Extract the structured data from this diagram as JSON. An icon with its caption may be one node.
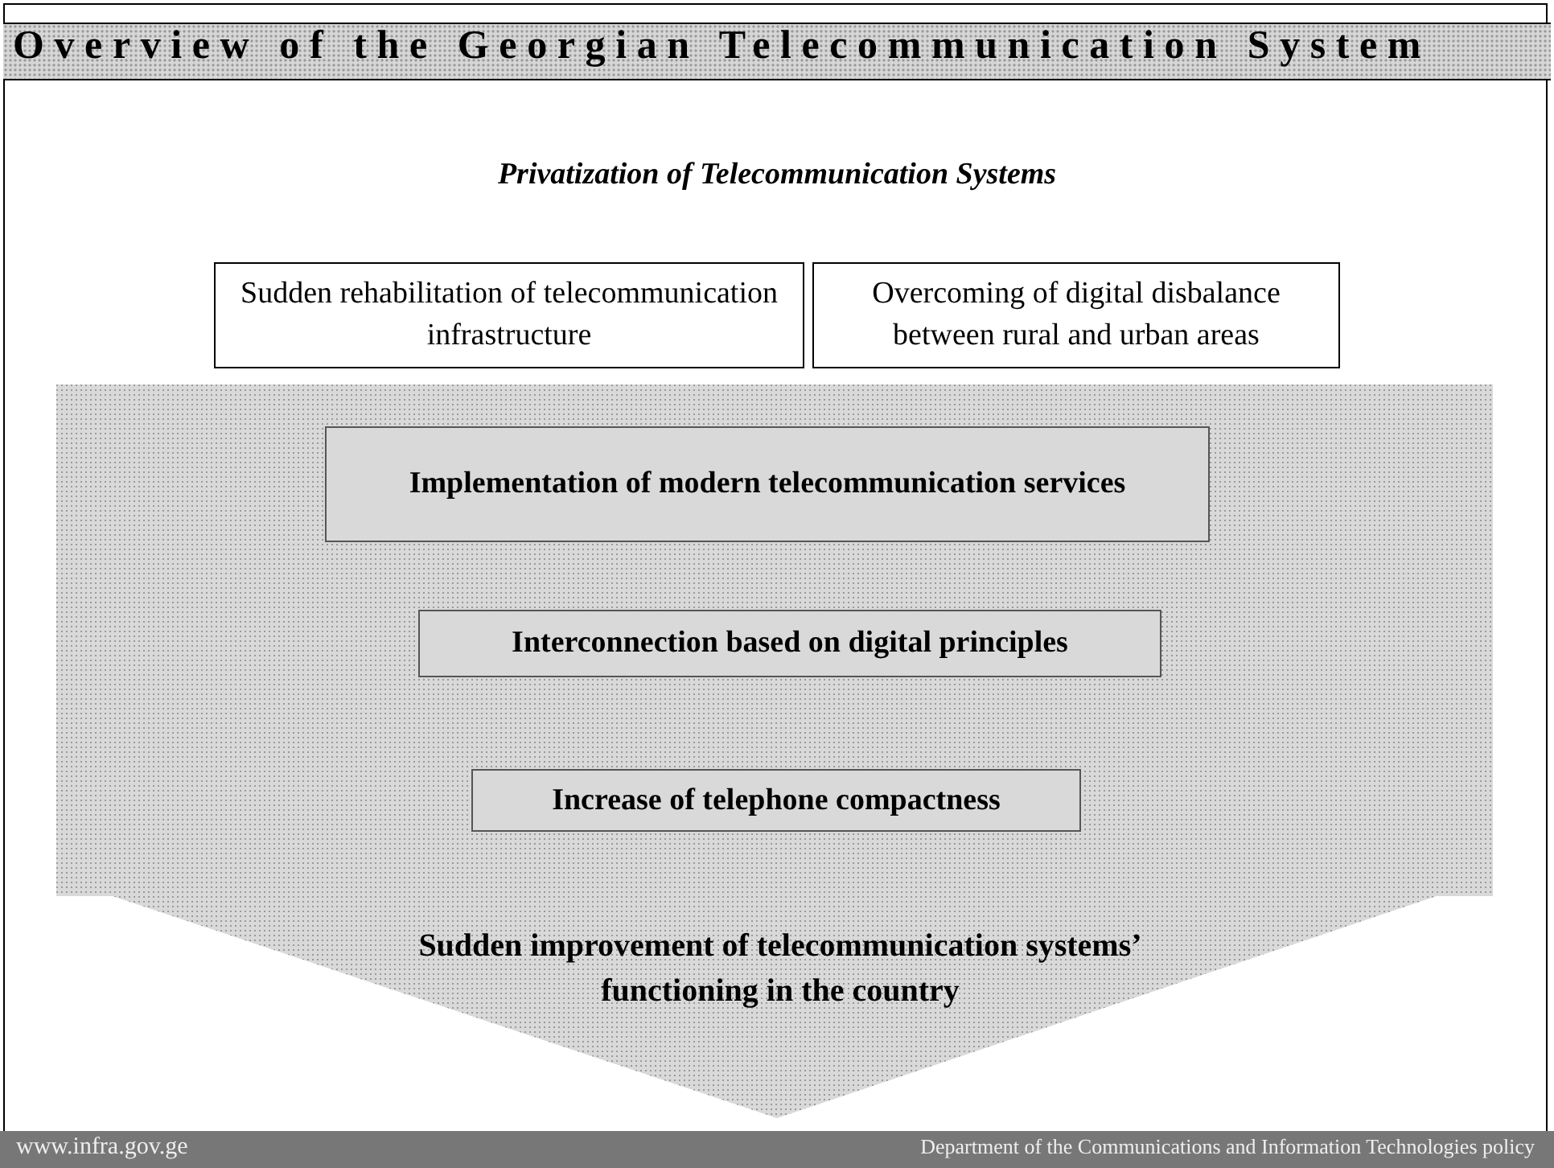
{
  "diagram": {
    "title": "Overview of the Georgian Telecommunication System",
    "nodes": [
      {
        "text": [
          "Sudden rehabilitation of telecommunication infrastructure"
        ]
      },
      {
        "text": [
          "Overcoming of digital disbalance between rural and urban areas"
        ]
      },
      {
        "text": [
          "Sudden improvement of telecommunication systems’ functioning in the country"
        ]
      },
      {
        "text": [
          "Implementation of modern telecommunication services"
        ],
        "in": 2
      },
      {
        "text": [
          "Interconnection based on digital principles"
        ],
        "in": 2
      },
      {
        "text": [
          "Increase of telephone compactness"
        ],
        "in": 2
      }
    ],
    "edges": [],
    "labels": [
      "Privatization of Telecommunication Systems",
      "www.infra.gov.ge",
      "Department of the Communications and Information Technologies policy"
    ]
  }
}
